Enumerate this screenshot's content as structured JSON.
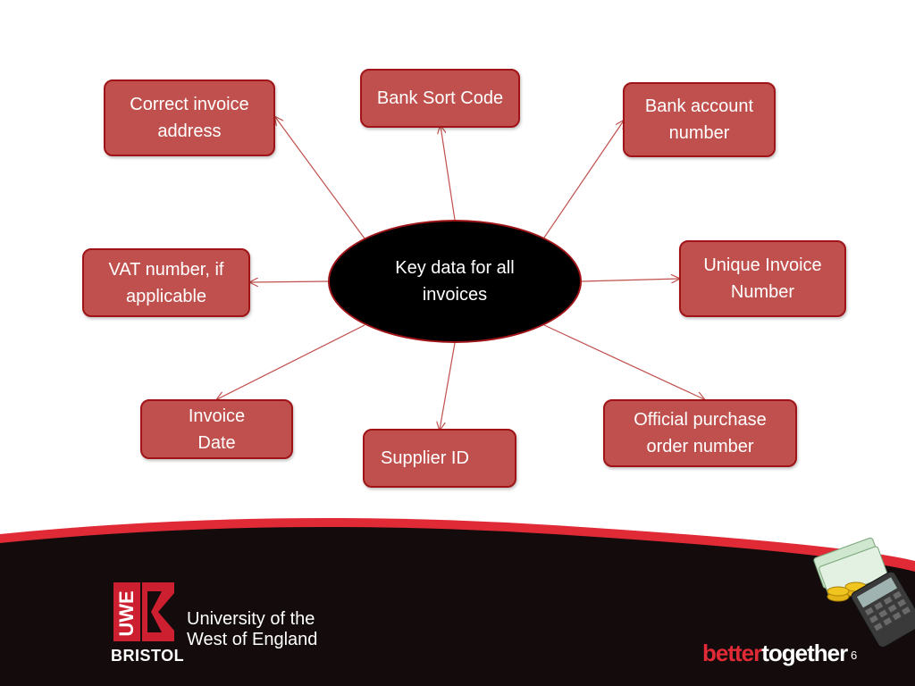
{
  "center": {
    "label": "Key data for all\ninvoices"
  },
  "nodes": {
    "correct_invoice_address": "Correct invoice\naddress",
    "bank_sort_code": "Bank Sort Code",
    "bank_account_number": "Bank account\nnumber",
    "vat_number": "VAT number, if\napplicable",
    "unique_invoice_number": "Unique Invoice\nNumber",
    "invoice_date": "Invoice\nDate",
    "supplier_id": "Supplier ID",
    "official_po_number": "Official purchase\norder number"
  },
  "footer": {
    "logo_letters": "UWE",
    "university_name": "University of the\nWest of England",
    "city": "BRISTOL",
    "tagline_part1": "better",
    "tagline_part2": "together",
    "slide_number": "6"
  },
  "colors": {
    "node_fill": "#c0504d",
    "node_border": "#a01418",
    "center_fill": "#000000",
    "arrow": "#c0504d",
    "footer_band": "#130b0c",
    "accent_red": "#e02a36"
  }
}
